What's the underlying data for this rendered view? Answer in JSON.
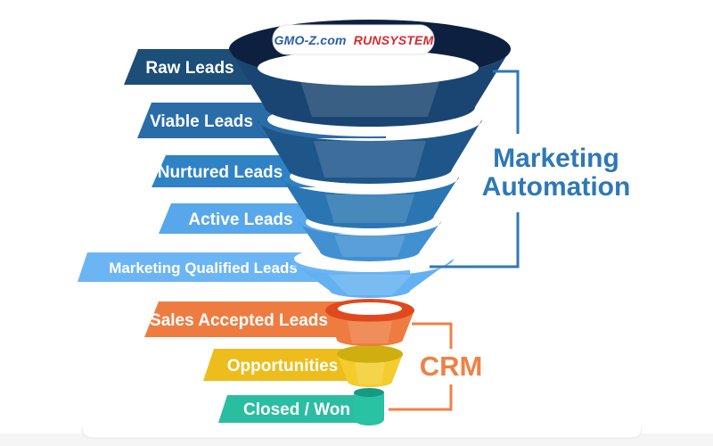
{
  "logo": {
    "brand": "GMO-Z.com",
    "suffix": "RUNSYSTEM",
    "brand_color": "#2a5da9",
    "suffix_color": "#d8292f"
  },
  "funnel": {
    "stages": [
      {
        "label": "Raw Leads",
        "color": "#1d4e78"
      },
      {
        "label": "Viable Leads",
        "color": "#2a6ca8"
      },
      {
        "label": "Nurtured Leads",
        "color": "#2f82c4"
      },
      {
        "label": "Active Leads",
        "color": "#58a7ea"
      },
      {
        "label": "Marketing Qualified Leads",
        "color": "#6cb5f4"
      },
      {
        "label": "Sales Accepted Leads",
        "color": "#ee7c41"
      },
      {
        "label": "Opportunities",
        "color": "#edbd1d"
      },
      {
        "label": "Closed / Won",
        "color": "#2bbda1"
      }
    ],
    "colors": {
      "rim_navy": "#0d203f",
      "band_navy": "#1a4572",
      "bands": [
        "#1e568a",
        "#2b76b2",
        "#4090d2",
        "#64b1f2"
      ],
      "mouth_white": "#ffffff",
      "orange_rim": "#e0491d",
      "orange_band": "#ee7c41",
      "yellow_rim": "#cfae10",
      "yellow_band": "#f4cc2e",
      "teal_rim": "#159b81",
      "teal_band": "#29c2a3"
    }
  },
  "annotations": {
    "marketing_automation": {
      "line1": "Marketing",
      "line2": "Automation",
      "color": "#2e78b6"
    },
    "crm": {
      "label": "CRM",
      "color": "#ef8146"
    }
  }
}
